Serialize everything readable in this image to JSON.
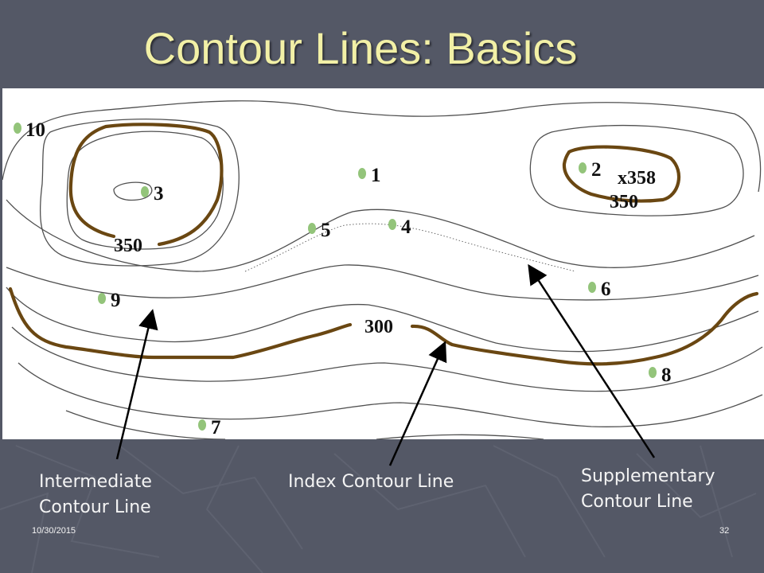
{
  "slide": {
    "title": "Contour Lines:  Basics",
    "date": "10/30/2015",
    "page_number": "32"
  },
  "map": {
    "points": [
      {
        "label": "10"
      },
      {
        "label": "1"
      },
      {
        "label": "2"
      },
      {
        "label": "3"
      },
      {
        "label": "5"
      },
      {
        "label": "4"
      },
      {
        "label": "6"
      },
      {
        "label": "9"
      },
      {
        "label": "8"
      },
      {
        "label": "7"
      }
    ],
    "elevations": {
      "left_hill": "350",
      "right_hill": "350",
      "index": "300",
      "spot_height": "x358"
    }
  },
  "captions": {
    "intermediate_line1": "Intermediate",
    "intermediate_line2": "Contour Line",
    "index": "Index Contour Line",
    "supplementary_line1": "Supplementary",
    "supplementary_line2": "Contour Line"
  },
  "colors": {
    "background": "#545866",
    "title": "#f2f0a6",
    "index_contour": "#6a4712",
    "point_marker": "#93c47a"
  }
}
